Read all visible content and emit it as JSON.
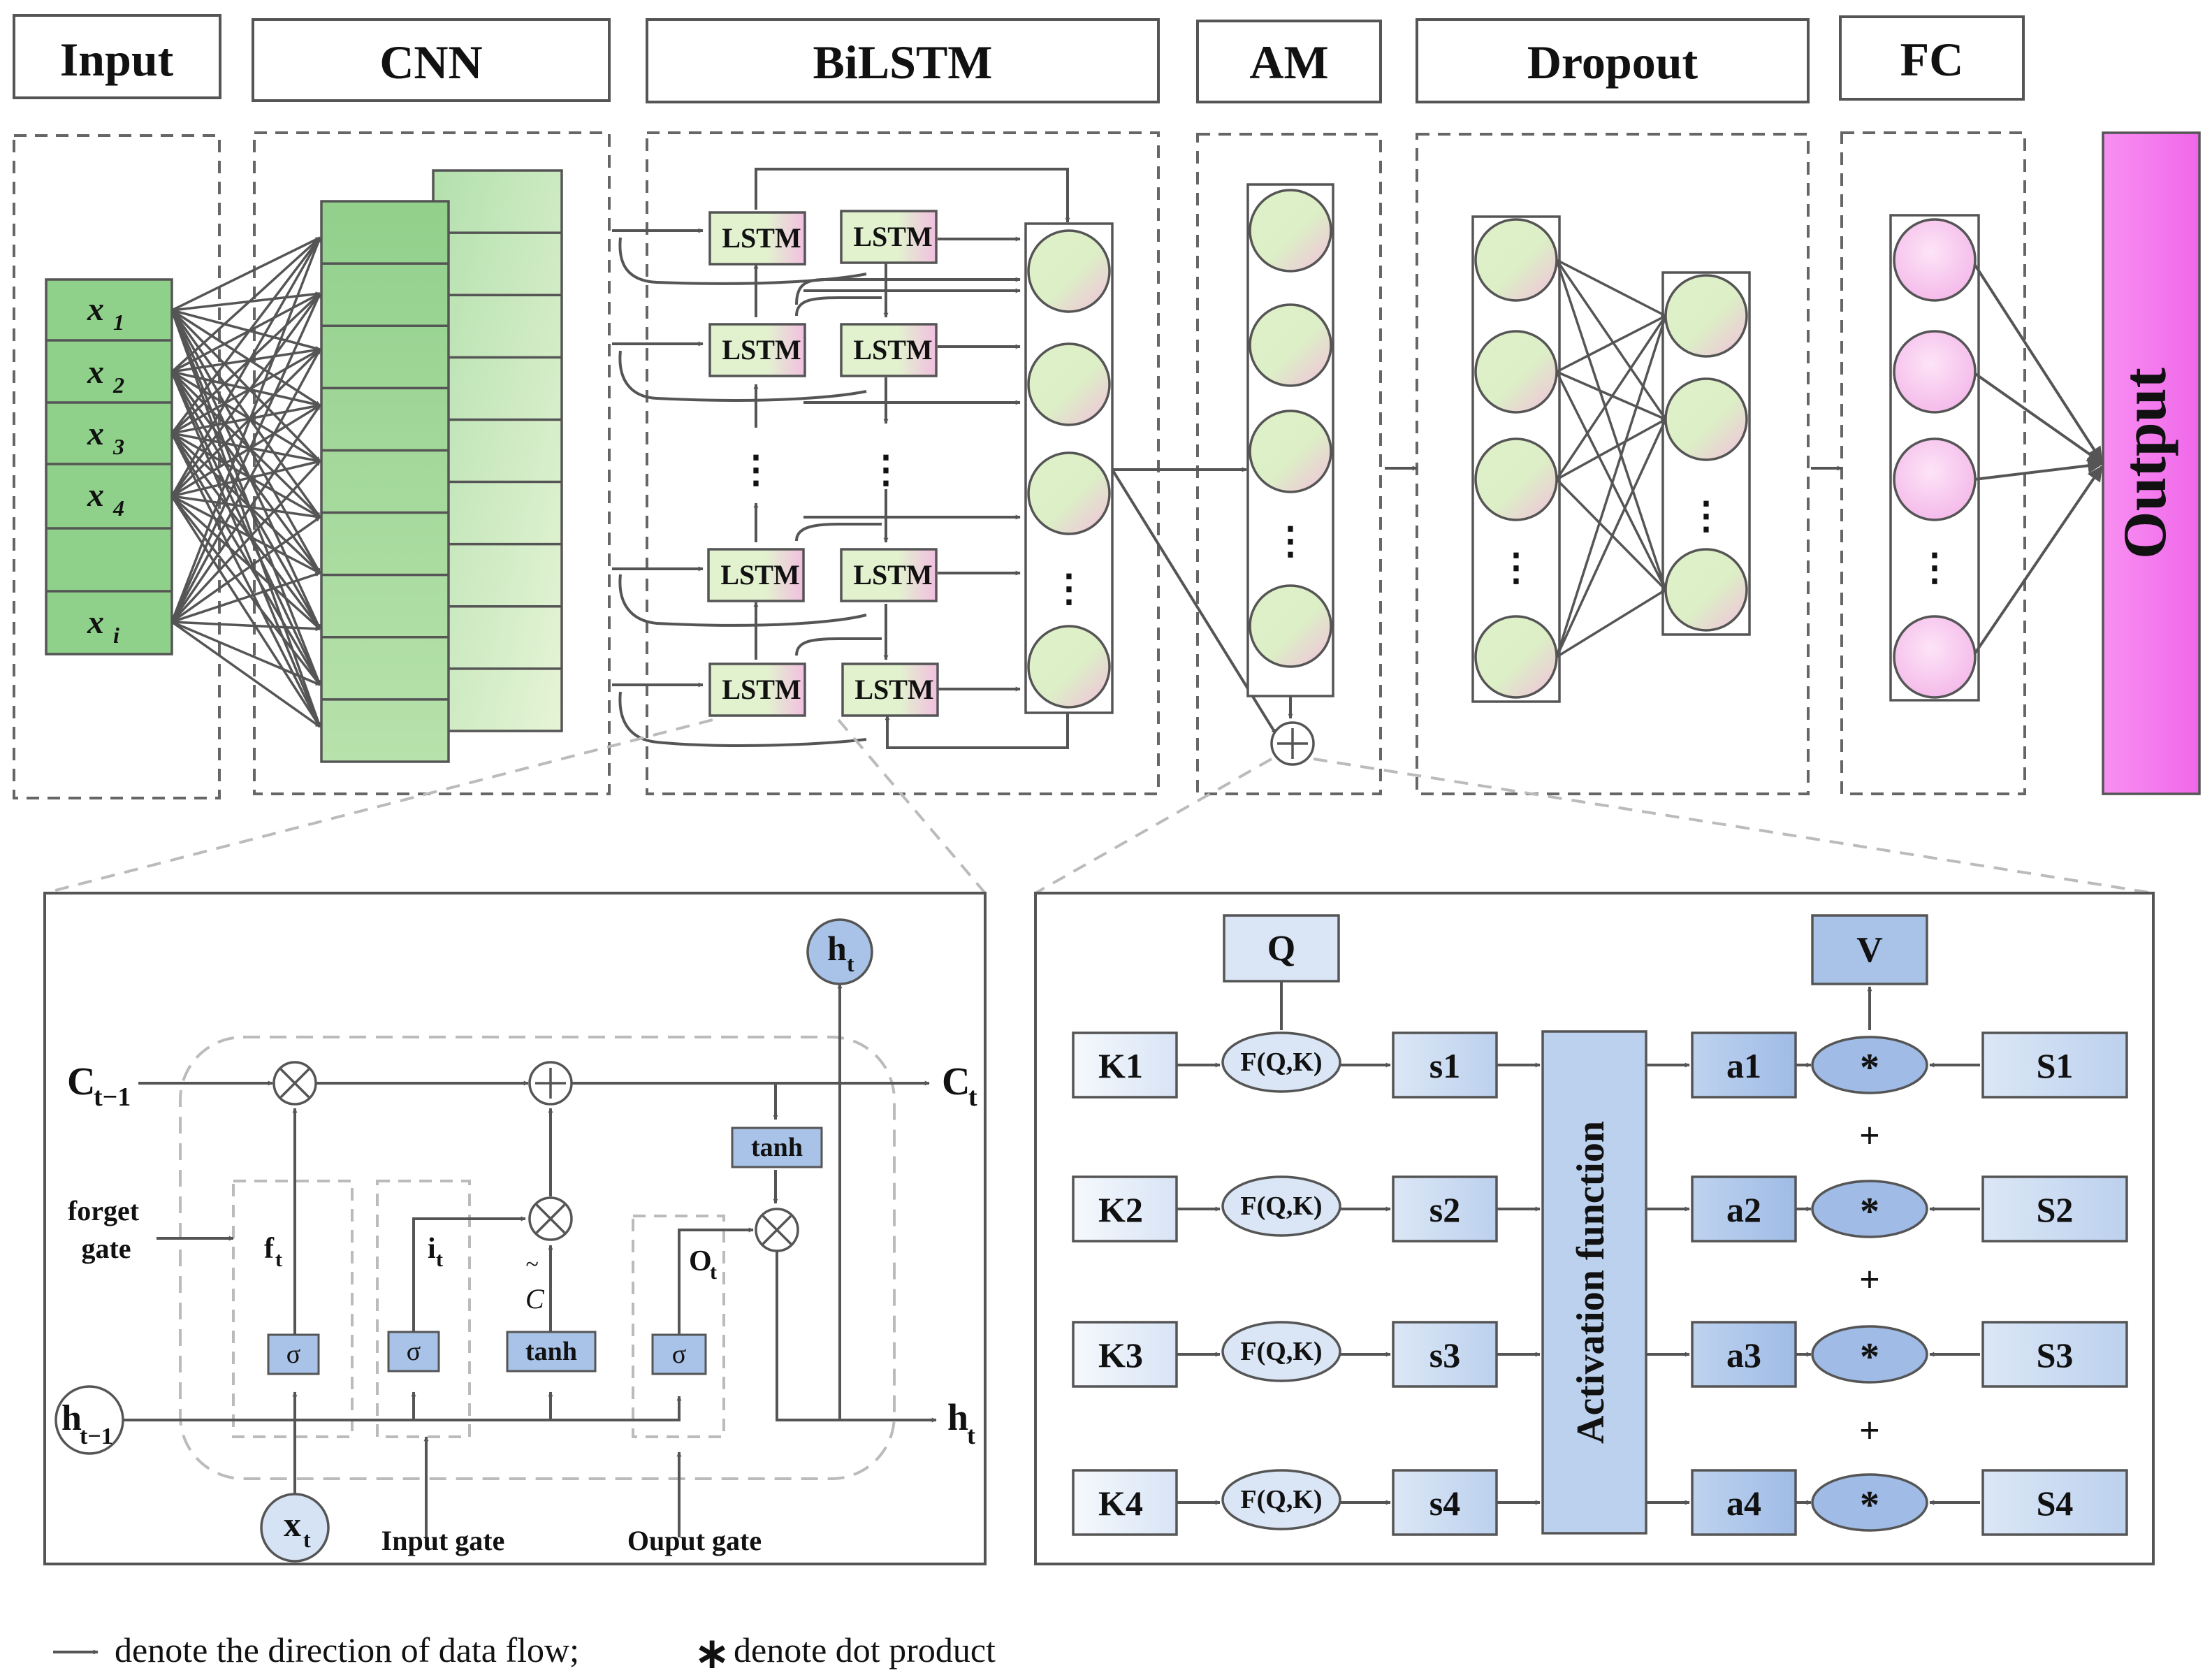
{
  "headers": {
    "input": "Input",
    "cnn": "CNN",
    "bilstm": "BiLSTM",
    "am": "AM",
    "dropout": "Dropout",
    "fc": "FC"
  },
  "output_label": "Output",
  "inputs": [
    "x1",
    "x2",
    "x3",
    "x4",
    "",
    "xi"
  ],
  "lstm_label": "LSTM",
  "lstm_cell": {
    "c_prev": "C",
    "c_prev_sub": "t−1",
    "c_next": "C",
    "c_next_sub": "t",
    "h_prev": "h",
    "h_prev_sub": "t−1",
    "h_next": "h",
    "h_next_sub": "t",
    "h_top": "h",
    "h_top_sub": "t",
    "x": "x",
    "x_sub": "t",
    "forget_gate": [
      "forget",
      "gate"
    ],
    "f": "f",
    "f_sub": "t",
    "i": "i",
    "i_sub": "t",
    "o": "O",
    "o_sub": "t",
    "c_tilde": "C",
    "sigma": "σ",
    "tanh": "tanh",
    "input_gate": "Input gate",
    "output_gate": "Ouput gate"
  },
  "attention": {
    "q": "Q",
    "v": "V",
    "keys": [
      "K1",
      "K2",
      "K3",
      "K4"
    ],
    "score_fn": "F(Q,K)",
    "scores": [
      "s1",
      "s2",
      "s3",
      "s4"
    ],
    "activation": "Activation function",
    "weights": [
      "a1",
      "a2",
      "a3",
      "a4"
    ],
    "star": "*",
    "plus": "+",
    "states": [
      "S1",
      "S2",
      "S3",
      "S4"
    ]
  },
  "legend": {
    "flow": "denote the direction of data flow;",
    "star": "∗",
    "dot": "denote dot product"
  },
  "colors": {
    "input_green": "#8fd08a",
    "cnn_green": "#9ed89a",
    "cnn_light": "#cdeac4",
    "node_green": "#d4eec2",
    "node_pink": "#f4c4dc",
    "fc_pink": "#f7c2ee",
    "output_magenta": "#f47ef0",
    "attn_blue": "#a9c3e8",
    "attn_light": "#dae6f5"
  }
}
